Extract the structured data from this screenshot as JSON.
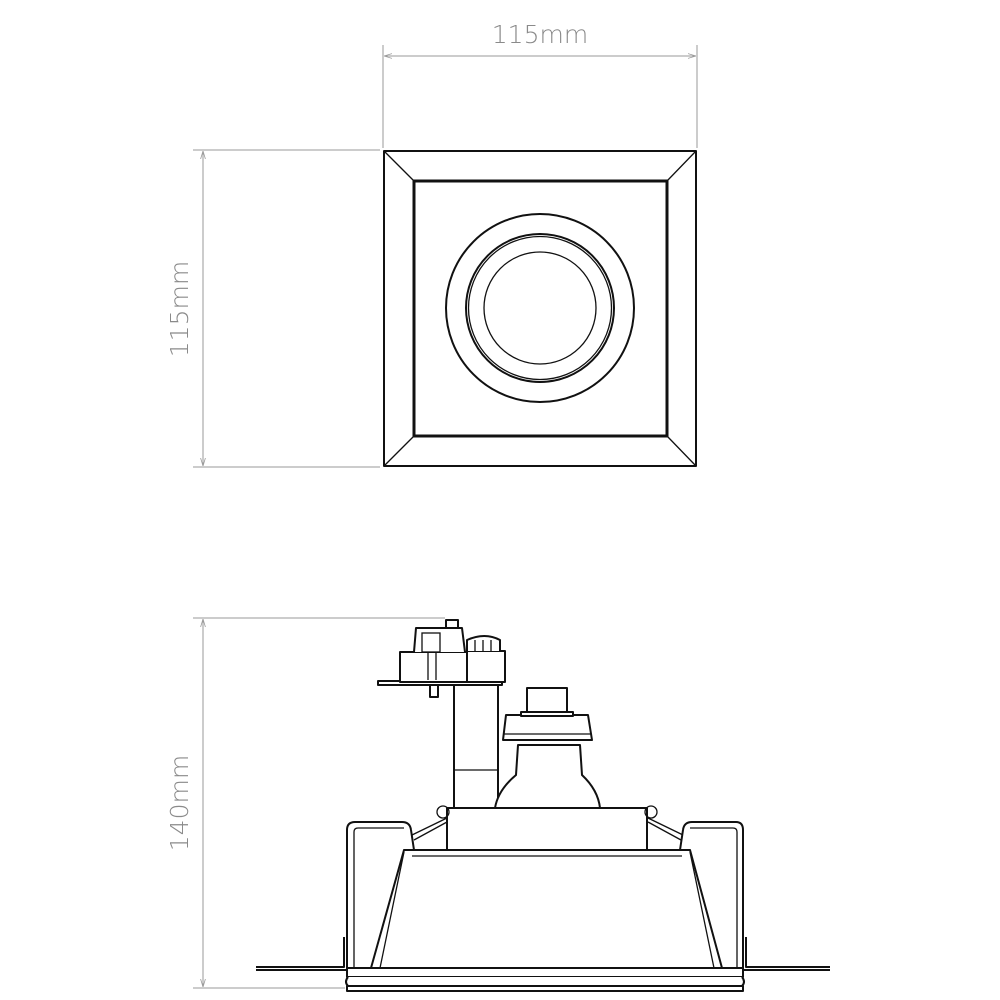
{
  "top_view": {
    "width_label": "115mm",
    "height_label": "115mm"
  },
  "side_view": {
    "height_label": "140mm"
  },
  "colors": {
    "line": "#111111",
    "dimension": "#9a9a9a"
  }
}
